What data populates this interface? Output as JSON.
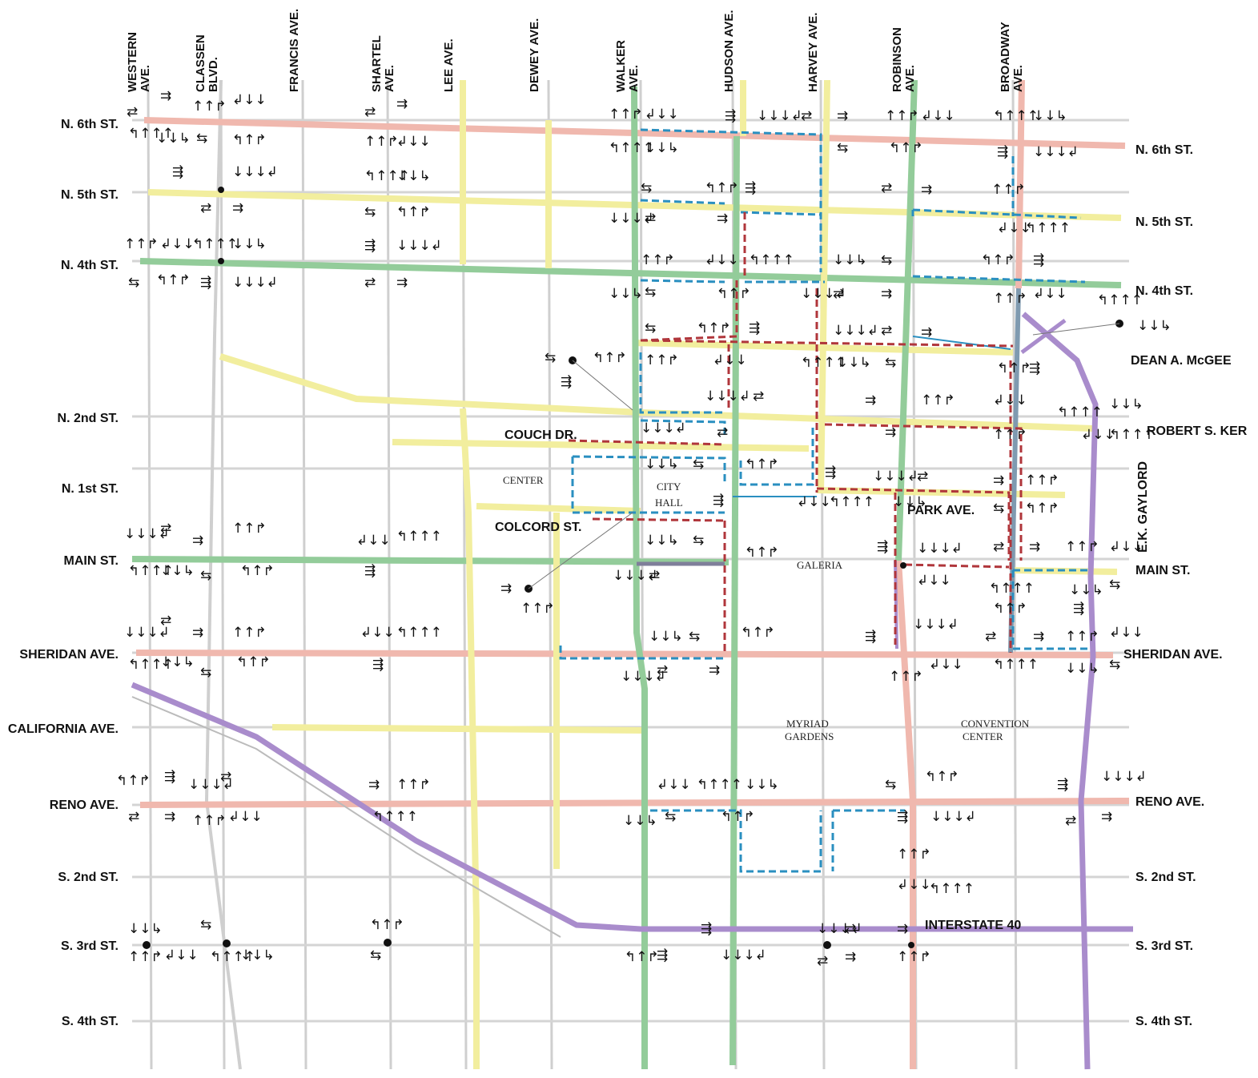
{
  "north_streets": [
    {
      "name": "N. 6th ST.",
      "left": true,
      "right": true
    },
    {
      "name": "N. 5th ST.",
      "left": true,
      "right": true
    },
    {
      "name": "N. 4th ST.",
      "left": true,
      "right": true
    },
    {
      "name": "DEAN A. McGEE",
      "left": false,
      "right": true
    },
    {
      "name": "N. 2nd ST.",
      "left": true,
      "right": false
    },
    {
      "name": "ROBERT S. KER",
      "left": false,
      "right": true
    },
    {
      "name": "N. 1st ST.",
      "left": true,
      "right": false
    },
    {
      "name": "MAIN ST.",
      "left": true,
      "right": true
    },
    {
      "name": "SHERIDAN AVE.",
      "left": true,
      "right": true
    },
    {
      "name": "CALIFORNIA AVE.",
      "left": true,
      "right": false
    },
    {
      "name": "RENO AVE.",
      "left": true,
      "right": true
    },
    {
      "name": "S. 2nd ST.",
      "left": true,
      "right": true
    },
    {
      "name": "S. 3rd ST.",
      "left": true,
      "right": true
    },
    {
      "name": "S. 4th ST.",
      "left": true,
      "right": true
    }
  ],
  "avenues": [
    {
      "line1": "WESTERN",
      "line2": "AVE."
    },
    {
      "line1": "CLASSEN",
      "line2": "BLVD."
    },
    {
      "line1": "FRANCIS AVE.",
      "line2": ""
    },
    {
      "line1": "SHARTEL",
      "line2": "AVE."
    },
    {
      "line1": "LEE AVE.",
      "line2": ""
    },
    {
      "line1": "DEWEY AVE.",
      "line2": ""
    },
    {
      "line1": "WALKER",
      "line2": "AVE."
    },
    {
      "line1": "HUDSON AVE.",
      "line2": ""
    },
    {
      "line1": "HARVEY AVE.",
      "line2": ""
    },
    {
      "line1": "ROBINSON",
      "line2": "AVE."
    },
    {
      "line1": "BROADWAY",
      "line2": "AVE."
    }
  ],
  "inline_labels": {
    "couch": "COUCH DR.",
    "colcord": "COLCORD ST.",
    "park": "PARK AVE.",
    "interstate": "INTERSTATE 40",
    "gaylord": "E.K. GAYLORD"
  },
  "landmarks": {
    "center": "CENTER",
    "city_hall_1": "CITY",
    "city_hall_2": "HALL",
    "galeria": "GALERIA",
    "myriad_1": "MYRIAD",
    "myriad_2": "GARDENS",
    "convention_1": "CONVENTION",
    "convention_2": "CENTER"
  },
  "colors": {
    "major_green": "#93cc9a",
    "collector_yellow": "#f2ee9e",
    "arterial_pink": "#f0b8ae",
    "interstate_purple": "#a98ccc",
    "bike_blue": "#2a8fc0",
    "route_red": "#b0363b",
    "local_gray": "#c9c9c9"
  },
  "lane_arrow_glyphs": [
    "⇄",
    "⇉",
    "↑↑↱",
    "↲↓↓",
    "↰↑↑↑",
    "↓↓↳",
    "⇆",
    "↰↑↱",
    "⇶",
    "↓↓↓↲"
  ]
}
